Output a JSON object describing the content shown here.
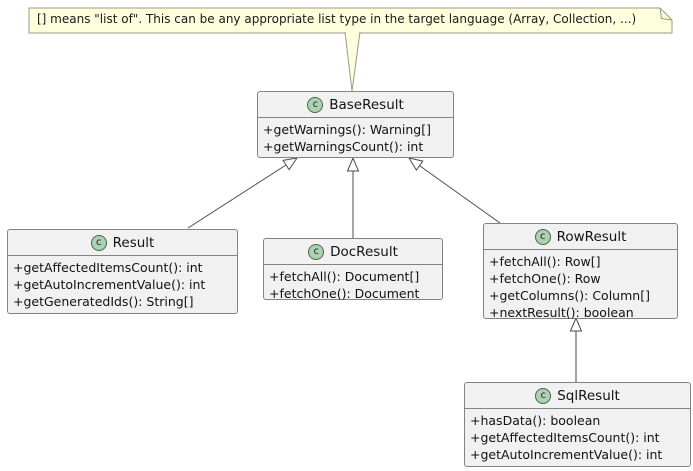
{
  "diagram": {
    "type": "uml-class-diagram",
    "note": "[] means \"list of\". This can be any appropriate list type in the target language (Array, Collection, ...)",
    "classes": {
      "baseresult": {
        "name": "BaseResult",
        "icon": "c",
        "methods": [
          "+getWarnings(): Warning[]",
          "+getWarningsCount(): int"
        ]
      },
      "result": {
        "name": "Result",
        "icon": "c",
        "methods": [
          "+getAffectedItemsCount(): int",
          "+getAutoIncrementValue(): int",
          "+getGeneratedIds(): String[]"
        ]
      },
      "docresult": {
        "name": "DocResult",
        "icon": "c",
        "methods": [
          "+fetchAll(): Document[]",
          "+fetchOne(): Document"
        ]
      },
      "rowresult": {
        "name": "RowResult",
        "icon": "c",
        "methods": [
          "+fetchAll(): Row[]",
          "+fetchOne(): Row",
          "+getColumns(): Column[]",
          "+nextResult(): boolean"
        ]
      },
      "sqlresult": {
        "name": "SqlResult",
        "icon": "c",
        "methods": [
          "+hasData(): boolean",
          "+getAffectedItemsCount(): int",
          "+getAutoIncrementValue(): int"
        ]
      }
    },
    "relationships": [
      {
        "from": "Result",
        "to": "BaseResult",
        "type": "inheritance"
      },
      {
        "from": "DocResult",
        "to": "BaseResult",
        "type": "inheritance"
      },
      {
        "from": "RowResult",
        "to": "BaseResult",
        "type": "inheritance"
      },
      {
        "from": "SqlResult",
        "to": "RowResult",
        "type": "inheritance"
      }
    ],
    "colors": {
      "note_bg": "#FEFFDD",
      "note_border": "#9A9A85",
      "class_bg": "#F1F1F1",
      "class_border": "#838383",
      "icon_fill": "#ADD1B2",
      "icon_border": "#44654C",
      "line": "#4B4B4B",
      "text": "#121212"
    }
  }
}
